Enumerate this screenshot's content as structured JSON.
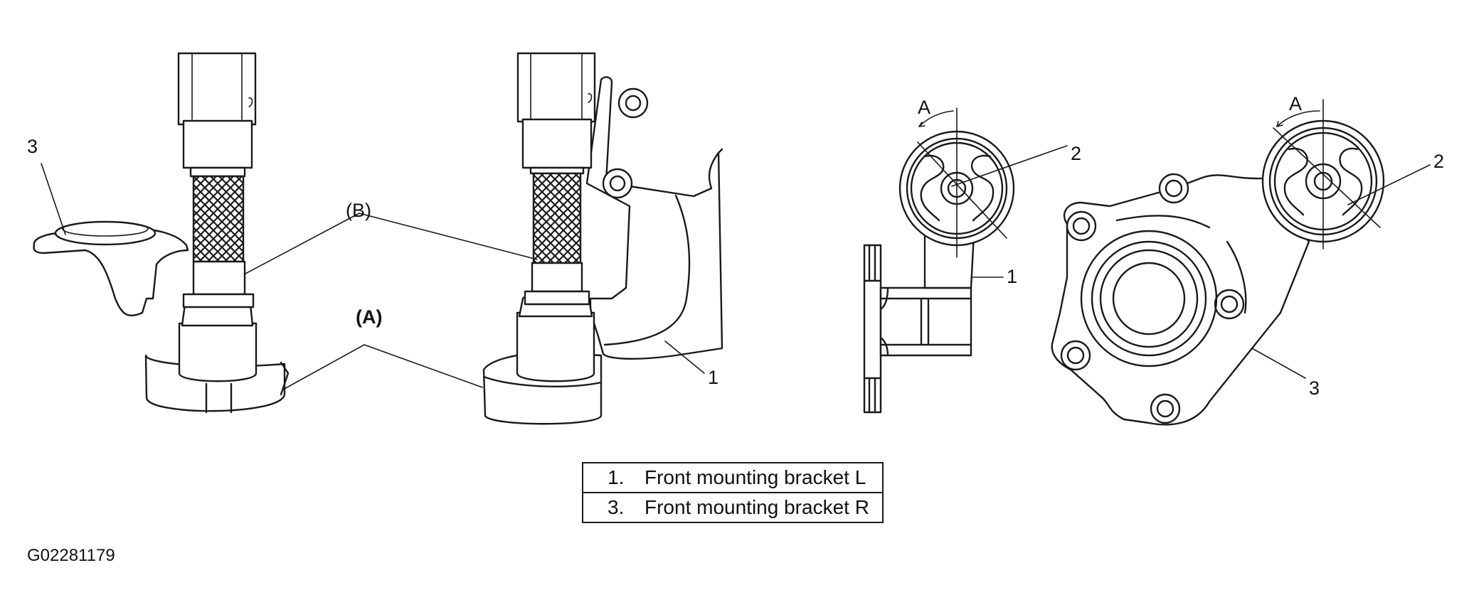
{
  "callouts": {
    "left_3": "3",
    "tool_b": "(B)",
    "tool_a": "(A)",
    "center_1": "1",
    "angle_a_left": "A",
    "item_2_left": "2",
    "item_1_right": "1",
    "angle_a_right": "A",
    "item_2_right": "2",
    "item_3_right": "3"
  },
  "legend": [
    {
      "num": "1.",
      "text": "Front mounting bracket L"
    },
    {
      "num": "3.",
      "text": "Front mounting bracket R"
    }
  ],
  "figure_id": "G02281179"
}
